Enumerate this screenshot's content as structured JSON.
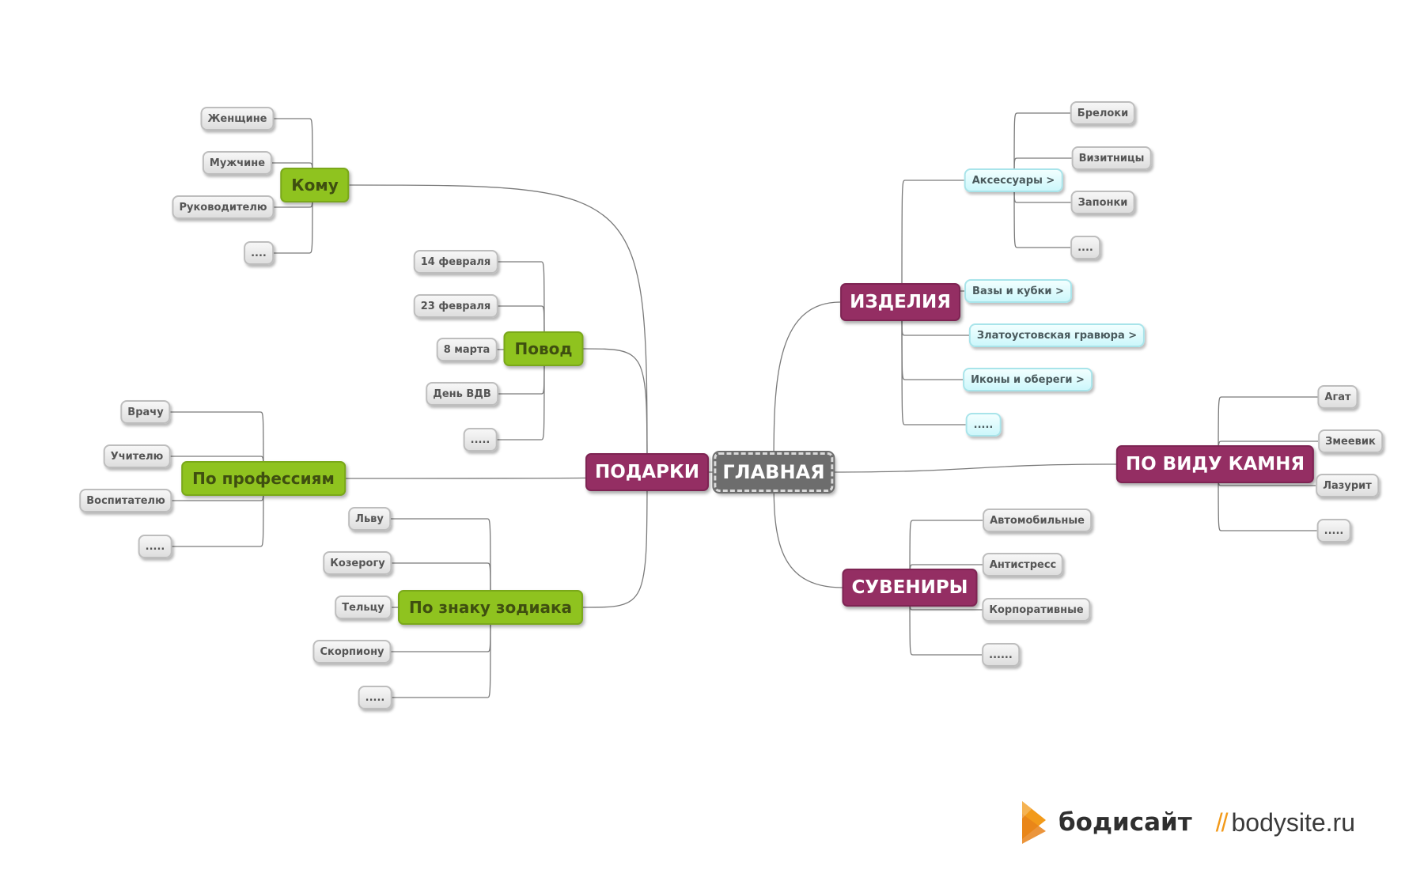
{
  "colors": {
    "root": "#6d6d6d",
    "main_branch": "#942e63",
    "sub_branch": "#8fc31f",
    "leaf": "#e3e3e3",
    "link_leaf": "#d6f8fb",
    "brand_accent": "#f29a1a"
  },
  "mindmap": {
    "root": "ГЛАВНАЯ",
    "nodes": [
      {
        "id": "podarki",
        "label": "ПОДАРКИ",
        "kind": "main",
        "parent": "root"
      },
      {
        "id": "izdeliya",
        "label": "ИЗДЕЛИЯ",
        "kind": "main",
        "parent": "root"
      },
      {
        "id": "kamen",
        "label": "ПО ВИДУ КАМНЯ",
        "kind": "main",
        "parent": "root"
      },
      {
        "id": "suveniry",
        "label": "СУВЕНИРЫ",
        "kind": "main",
        "parent": "root"
      },
      {
        "id": "komu",
        "label": "Кому",
        "kind": "sub",
        "parent": "podarki"
      },
      {
        "id": "povod",
        "label": "Повод",
        "kind": "sub",
        "parent": "podarki"
      },
      {
        "id": "prof",
        "label": "По профессиям",
        "kind": "sub",
        "parent": "podarki"
      },
      {
        "id": "zodiak",
        "label": "По знаку зодиака",
        "kind": "sub",
        "parent": "podarki"
      },
      {
        "id": "k1",
        "label": "Женщине",
        "kind": "leaf",
        "parent": "komu"
      },
      {
        "id": "k2",
        "label": "Мужчине",
        "kind": "leaf",
        "parent": "komu"
      },
      {
        "id": "k3",
        "label": "Руководителю",
        "kind": "leaf",
        "parent": "komu"
      },
      {
        "id": "k4",
        "label": "....",
        "kind": "leaf",
        "parent": "komu"
      },
      {
        "id": "p1",
        "label": "14 февраля",
        "kind": "leaf",
        "parent": "povod"
      },
      {
        "id": "p2",
        "label": "23 февраля",
        "kind": "leaf",
        "parent": "povod"
      },
      {
        "id": "p3",
        "label": "8 марта",
        "kind": "leaf",
        "parent": "povod"
      },
      {
        "id": "p4",
        "label": "День ВДВ",
        "kind": "leaf",
        "parent": "povod"
      },
      {
        "id": "p5",
        "label": ".....",
        "kind": "leaf",
        "parent": "povod"
      },
      {
        "id": "pr1",
        "label": "Врачу",
        "kind": "leaf",
        "parent": "prof"
      },
      {
        "id": "pr2",
        "label": "Учителю",
        "kind": "leaf",
        "parent": "prof"
      },
      {
        "id": "pr3",
        "label": "Воспитателю",
        "kind": "leaf",
        "parent": "prof"
      },
      {
        "id": "pr4",
        "label": ".....",
        "kind": "leaf",
        "parent": "prof"
      },
      {
        "id": "z1",
        "label": "Льву",
        "kind": "leaf",
        "parent": "zodiak"
      },
      {
        "id": "z2",
        "label": "Козерогу",
        "kind": "leaf",
        "parent": "zodiak"
      },
      {
        "id": "z3",
        "label": "Тельцу",
        "kind": "leaf",
        "parent": "zodiak"
      },
      {
        "id": "z4",
        "label": "Скорпиону",
        "kind": "leaf",
        "parent": "zodiak"
      },
      {
        "id": "z5",
        "label": ".....",
        "kind": "leaf",
        "parent": "zodiak"
      },
      {
        "id": "aks",
        "label": "Аксессуары >",
        "kind": "link",
        "parent": "izdeliya"
      },
      {
        "id": "vazy",
        "label": "Вазы и кубки >",
        "kind": "link",
        "parent": "izdeliya"
      },
      {
        "id": "grav",
        "label": "Златоустовская гравюра >",
        "kind": "link",
        "parent": "izdeliya"
      },
      {
        "id": "ikony",
        "label": "Иконы и обереги >",
        "kind": "link",
        "parent": "izdeliya"
      },
      {
        "id": "izd5",
        "label": ".....",
        "kind": "link",
        "parent": "izdeliya"
      },
      {
        "id": "a1",
        "label": "Брелоки",
        "kind": "leaf",
        "parent": "aks"
      },
      {
        "id": "a2",
        "label": "Визитницы",
        "kind": "leaf",
        "parent": "aks"
      },
      {
        "id": "a3",
        "label": "Запонки",
        "kind": "leaf",
        "parent": "aks"
      },
      {
        "id": "a4",
        "label": "....",
        "kind": "leaf",
        "parent": "aks"
      },
      {
        "id": "s1",
        "label": "Агат",
        "kind": "leaf",
        "parent": "kamen"
      },
      {
        "id": "s2",
        "label": "Змеевик",
        "kind": "leaf",
        "parent": "kamen"
      },
      {
        "id": "s3",
        "label": "Лазурит",
        "kind": "leaf",
        "parent": "kamen"
      },
      {
        "id": "s4",
        "label": ".....",
        "kind": "leaf",
        "parent": "kamen"
      },
      {
        "id": "sv1",
        "label": "Автомобильные",
        "kind": "leaf",
        "parent": "suveniry"
      },
      {
        "id": "sv2",
        "label": "Антистресс",
        "kind": "leaf",
        "parent": "suveniry"
      },
      {
        "id": "sv3",
        "label": "Корпоративные",
        "kind": "leaf",
        "parent": "suveniry"
      },
      {
        "id": "sv4",
        "label": "......",
        "kind": "leaf",
        "parent": "suveniry"
      }
    ]
  },
  "brand": {
    "name": "бодисайт",
    "separator": "//",
    "url": "bodysite.ru"
  }
}
